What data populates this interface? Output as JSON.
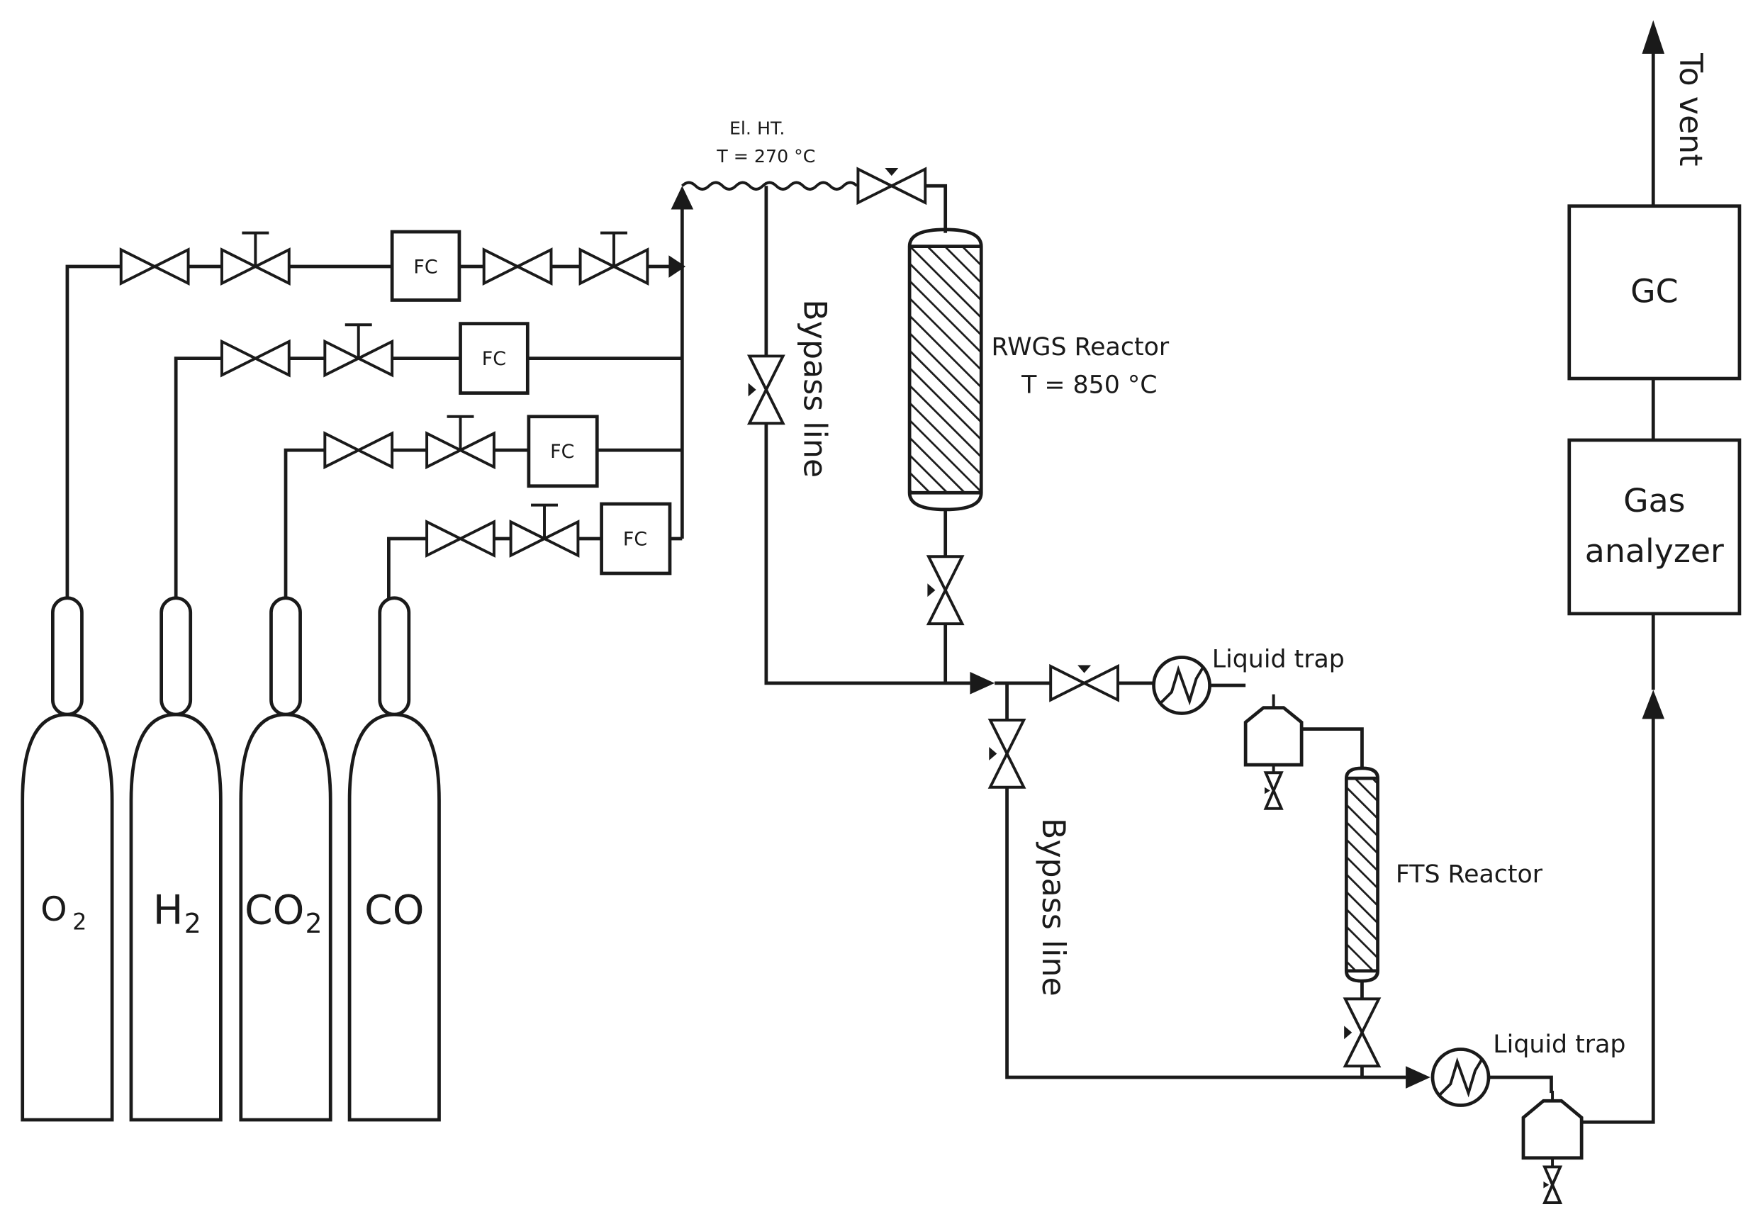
{
  "cylinders": [
    {
      "label": "O",
      "sub": "2"
    },
    {
      "label": "H",
      "sub": "2"
    },
    {
      "label": "CO",
      "sub": "2"
    },
    {
      "label": "CO",
      "sub": ""
    }
  ],
  "flow_controller_label": "FC",
  "heater": {
    "line1": "El. HT.",
    "line2": "T = 270 °C"
  },
  "rwgs_reactor": {
    "line1": "RWGS Reactor",
    "line2": "T = 850 °C"
  },
  "bypass_label": "Bypass line",
  "liquid_trap_label": "Liquid trap",
  "fts_reactor_label": "FTS Reactor",
  "gc_label": "GC",
  "gas_analyzer": {
    "line1": "Gas",
    "line2": "analyzer"
  },
  "vent_label": "To vent",
  "colors": {
    "line": "#1a1a1a",
    "background": "#ffffff"
  }
}
